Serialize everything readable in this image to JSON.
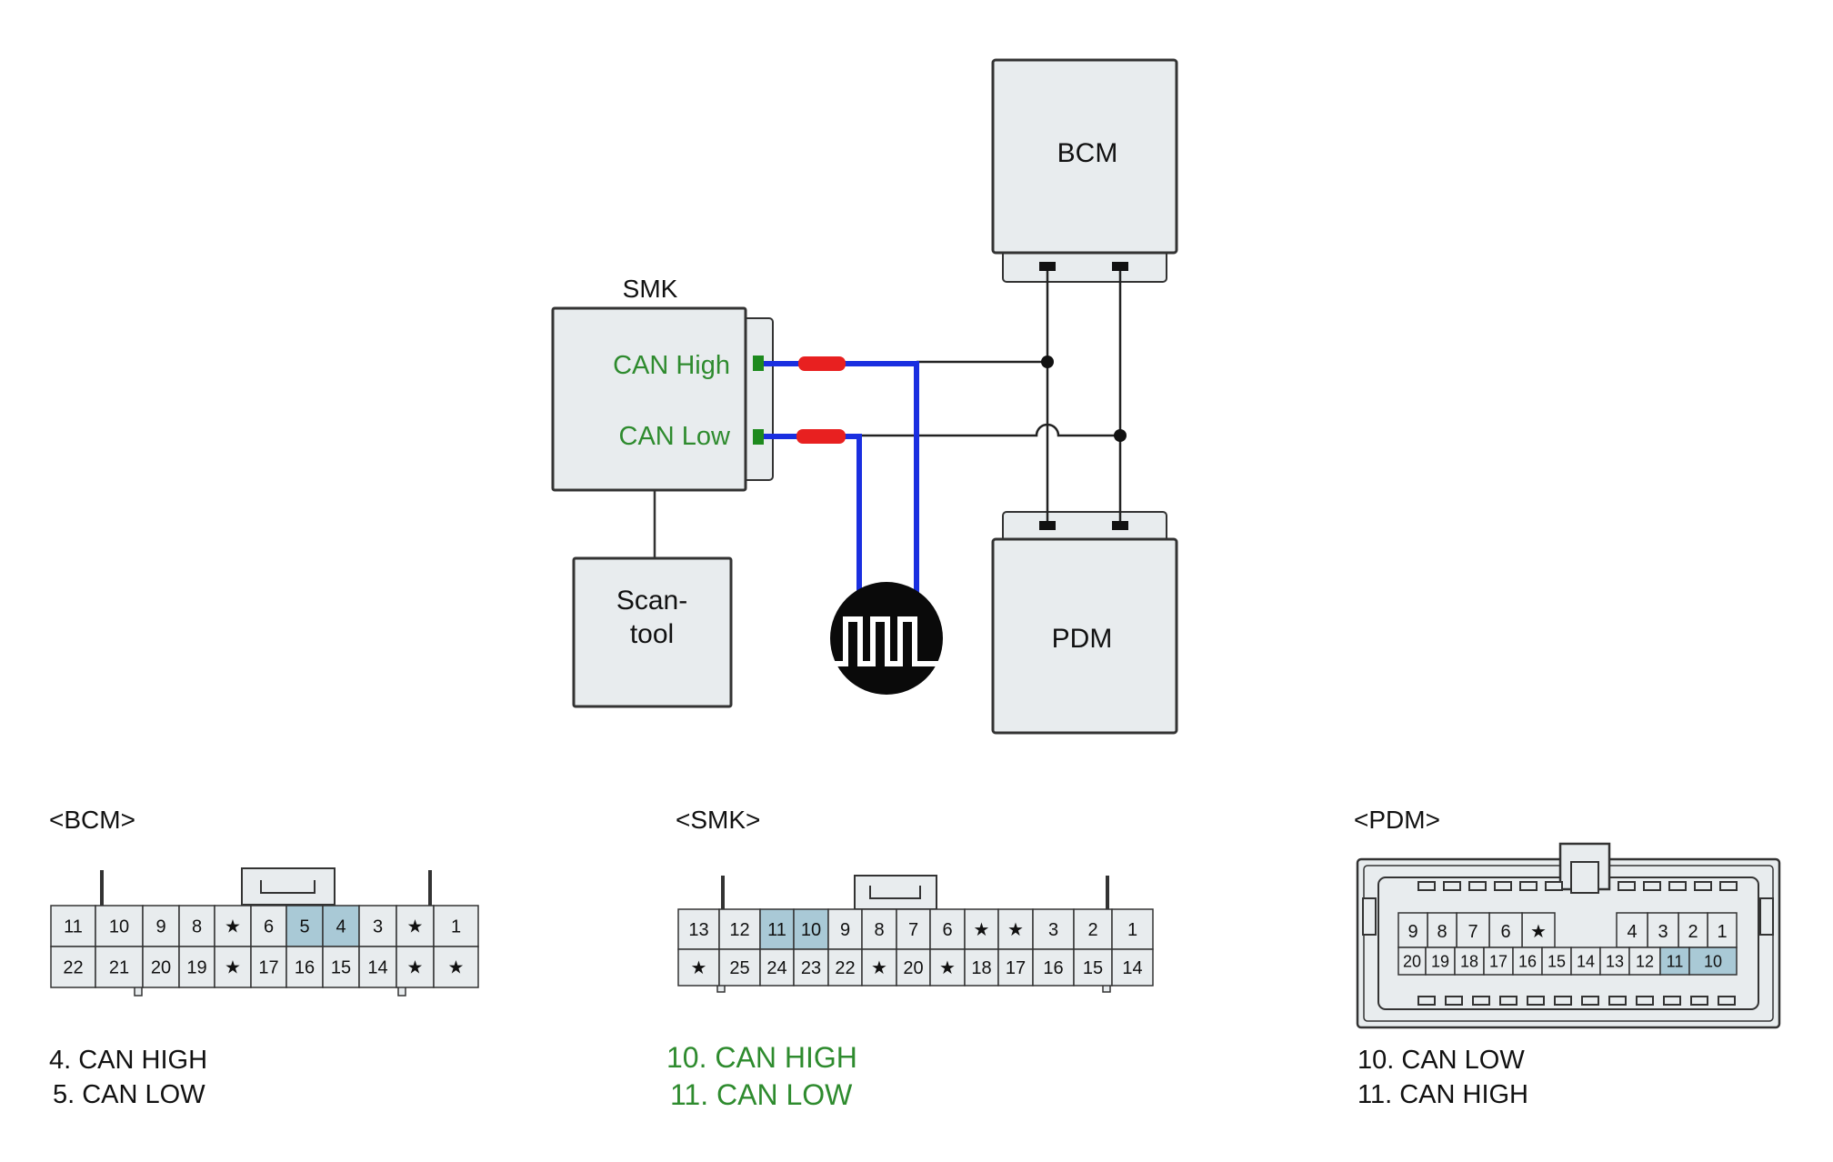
{
  "modules": {
    "bcm": {
      "label": "BCM"
    },
    "pdm": {
      "label": "PDM"
    },
    "smk": {
      "label": "SMK",
      "pin_high": "CAN High",
      "pin_low": "CAN Low"
    },
    "scan_tool": {
      "line1": "Scan-",
      "line2": "tool"
    }
  },
  "oscilloscope": {
    "icon": "square-wave-icon"
  },
  "connectors": {
    "bcm": {
      "title": "<BCM>",
      "top": [
        "11",
        "10",
        "9",
        "8",
        "★",
        "6",
        "5",
        "4",
        "3",
        "★",
        "1"
      ],
      "bottom": [
        "22",
        "21",
        "20",
        "19",
        "★",
        "17",
        "16",
        "15",
        "14",
        "★",
        "★"
      ],
      "highlight": [
        "5",
        "4"
      ],
      "legend": [
        "4. CAN HIGH",
        "5. CAN LOW"
      ]
    },
    "smk": {
      "title": "<SMK>",
      "top": [
        "13",
        "12",
        "11",
        "10",
        "9",
        "8",
        "7",
        "6",
        "★",
        "★",
        "3",
        "2",
        "1"
      ],
      "bottom": [
        "★",
        "25",
        "24",
        "23",
        "22",
        "★",
        "20",
        "★",
        "18",
        "17",
        "16",
        "15",
        "14"
      ],
      "highlight": [
        "11",
        "10"
      ],
      "legend": [
        "10. CAN HIGH",
        "11. CAN LOW"
      ]
    },
    "pdm": {
      "title": "<PDM>",
      "top": [
        "9",
        "8",
        "7",
        "6",
        "★",
        "",
        "4",
        "3",
        "2",
        "1"
      ],
      "bottom": [
        "20",
        "19",
        "18",
        "17",
        "16",
        "15",
        "14",
        "13",
        "12",
        "11",
        "10"
      ],
      "highlight": [
        "11",
        "10"
      ],
      "legend": [
        "10. CAN LOW",
        "11. CAN HIGH"
      ]
    }
  },
  "colors": {
    "module_fill": "#e8ecee",
    "highlight": "#a9c9d6",
    "green_text": "#2e8b2e",
    "probe_wire": "#1a2fe0",
    "probe_clip": "#e82020"
  }
}
